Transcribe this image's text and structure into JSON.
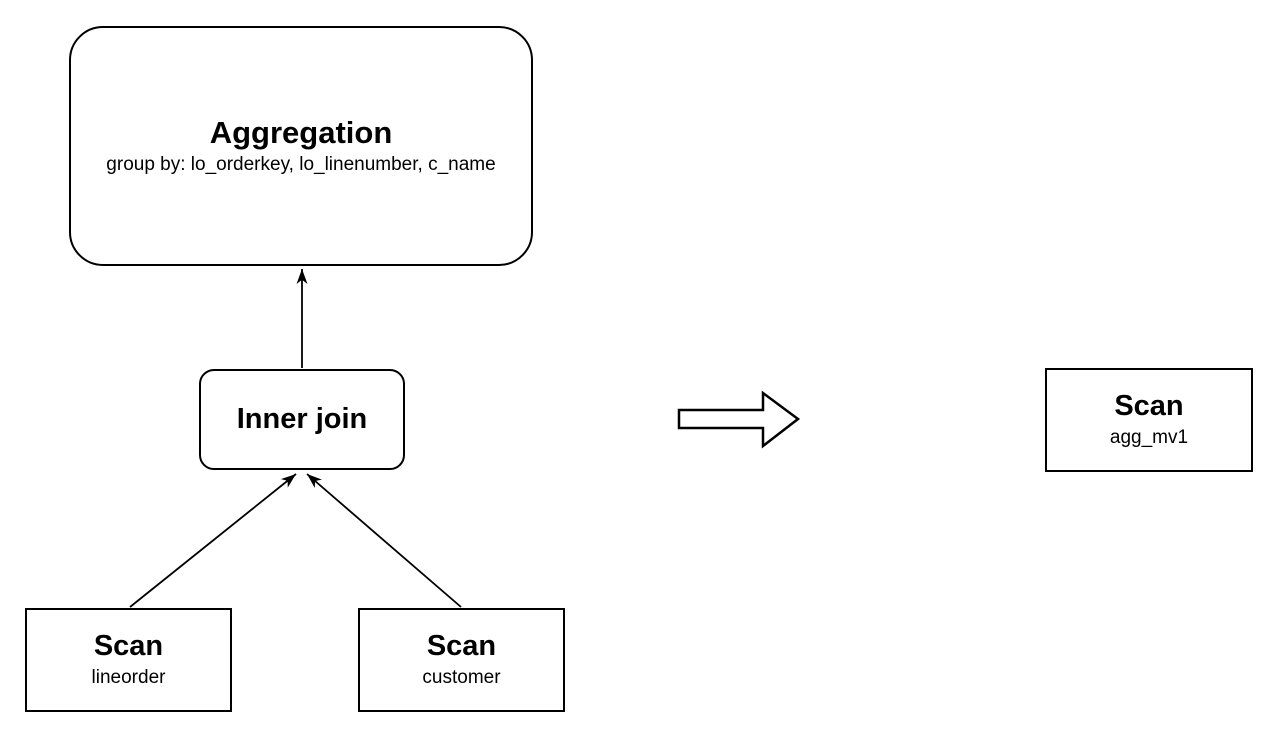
{
  "diagram": {
    "background_color": "#ffffff",
    "stroke_color": "#000000",
    "before_plan": {
      "aggregation": {
        "title": "Aggregation",
        "subtitle": "group by: lo_orderkey, lo_linenumber, c_name"
      },
      "inner_join": {
        "title": "Inner join"
      },
      "scan_lineorder": {
        "title": "Scan",
        "subtitle": "lineorder"
      },
      "scan_customer": {
        "title": "Scan",
        "subtitle": "customer"
      }
    },
    "transform": {
      "icon": "right-arrow-outline"
    },
    "after_plan": {
      "scan_agg_mv1": {
        "title": "Scan",
        "subtitle": "agg_mv1"
      }
    }
  }
}
